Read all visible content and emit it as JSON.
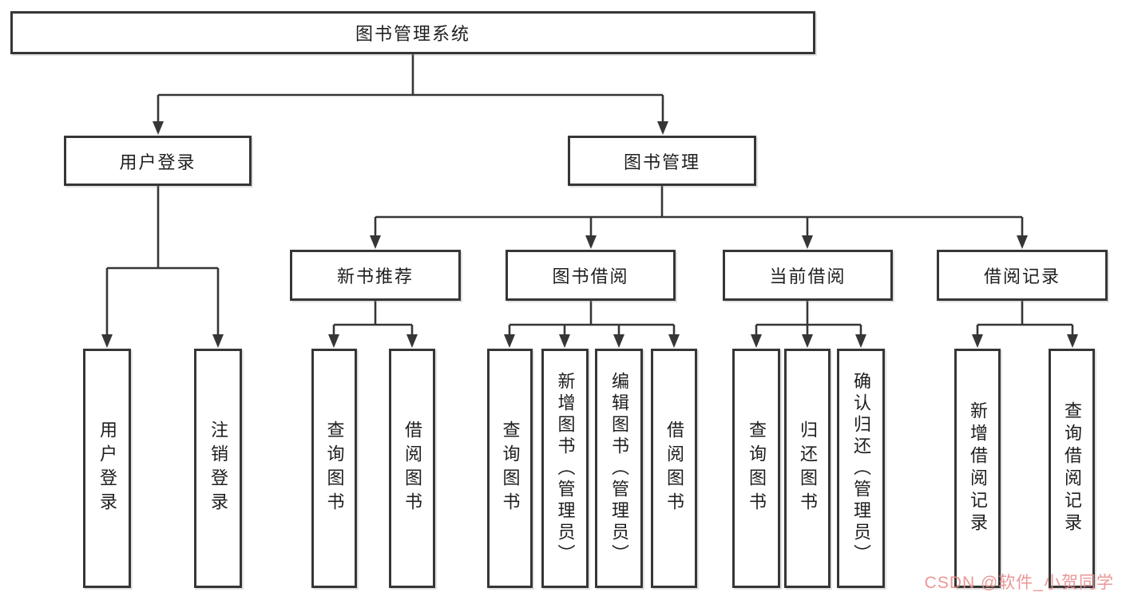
{
  "diagram": {
    "title_node": "图书管理系统",
    "level2": {
      "user_login": "用户登录",
      "book_management": "图书管理"
    },
    "level3": {
      "new_book_recommend": "新书推荐",
      "book_borrowing": "图书借阅",
      "current_borrowing": "当前借阅",
      "borrow_records": "借阅记录"
    },
    "leaves": {
      "user_login": "用户登录",
      "logout": "注销登录",
      "query_book_a": "查询图书",
      "borrow_book_a": "借阅图书",
      "query_book_b": "查询图书",
      "add_book_admin": "新增图书（管理员）",
      "edit_book_admin": "编辑图书（管理员）",
      "borrow_book_b": "借阅图书",
      "query_book_c": "查询图书",
      "return_book": "归还图书",
      "confirm_return_admin": "确认归还（管理员）",
      "add_borrow_record": "新增借阅记录",
      "query_borrow_record": "查询借阅记录"
    },
    "colors": {
      "line": "#363636",
      "box_border": "#363636",
      "text": "#1e1e1e",
      "watermark": "#e98c8c",
      "background": "#ffffff"
    }
  },
  "watermark_text": "CSDN @软件_小贺同学"
}
